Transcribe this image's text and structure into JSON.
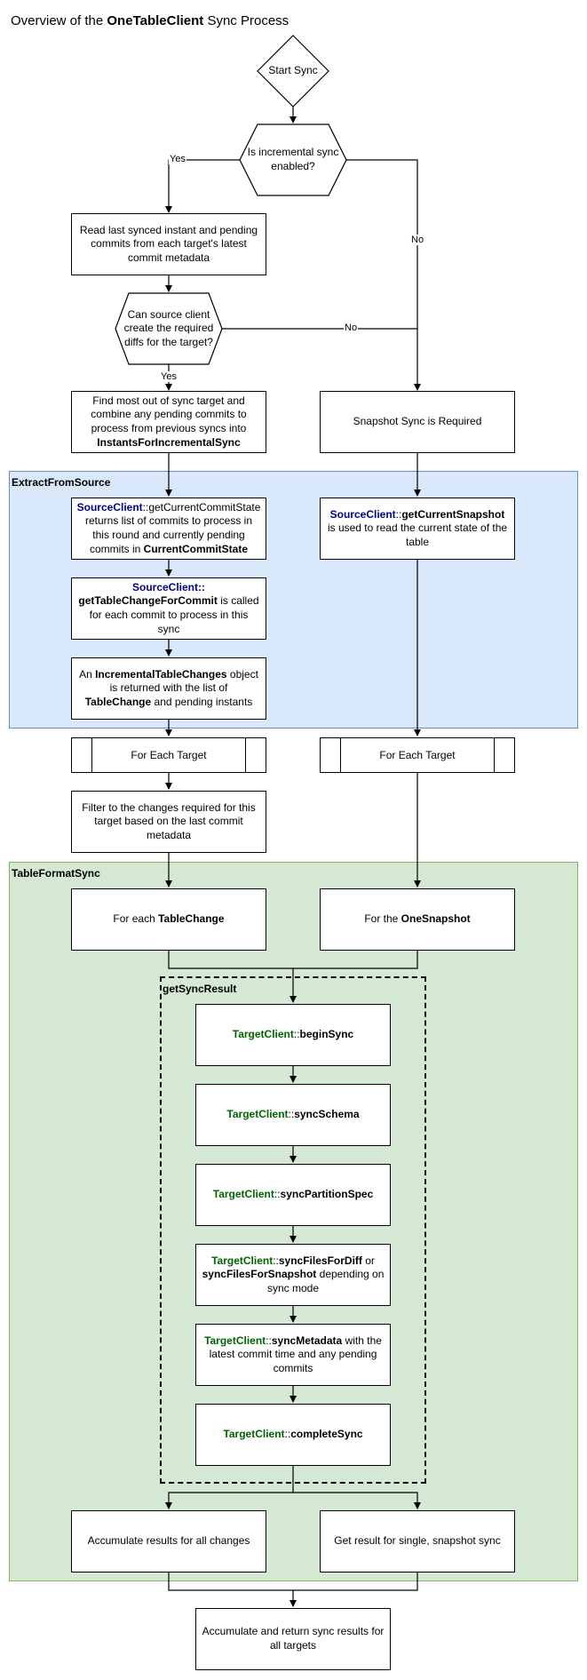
{
  "title": {
    "prefix": "Overview of the ",
    "bold": "OneTableClient",
    "suffix": " Sync Process"
  },
  "colors": {
    "extract_fill": "#dae8fc",
    "extract_border": "#6c8ebf",
    "format_fill": "#d5e8d4",
    "format_border": "#82b366",
    "source_text": "#00008b",
    "target_text": "#006400"
  },
  "nodes": {
    "start": "Start Sync",
    "incremental_check": "Is incremental sync enabled?",
    "read_last": "Read last synced instant and pending commits from each target's latest commit metadata",
    "can_diff": "Can source client create the required diffs for the target?",
    "find_most": {
      "text": "Find most out of sync target and combine any pending commits to process from previous syncs into ",
      "bold": "InstantsForIncrementalSync"
    },
    "snapshot_required": "Snapshot Sync is Required",
    "get_commit_state": {
      "cls": "SourceClient",
      "sep": "::",
      "method": "getCurrentCommitState",
      "text": " returns list of commits to process in this round and currently pending commits in ",
      "bold": "CurrentCommitState"
    },
    "get_table_change": {
      "cls": "SourceClient",
      "sep": "::",
      "method": "getTableChangeForCommit",
      "text": " is called for each commit to process in this sync"
    },
    "incremental_changes": {
      "pre": "An ",
      "bold1": "IncrementalTableChanges",
      "mid": " object is returned with the list of ",
      "bold2": "TableChange",
      "post": " and pending instants"
    },
    "get_snapshot": {
      "cls": "SourceClient",
      "sep": "::",
      "method": "getCurrentSnapshot",
      "text": " is used to read the current state of the table"
    },
    "for_each_target_left": "For Each Target",
    "for_each_target_right": "For Each Target",
    "filter_changes": "Filter to the changes required for this target based on the last commit metadata",
    "for_each_change": {
      "pre": "For each ",
      "bold": "TableChange"
    },
    "for_snapshot": {
      "pre": "For the ",
      "bold": "OneSnapshot"
    },
    "begin_sync": {
      "cls": "TargetClient",
      "sep": "::",
      "method": "beginSync"
    },
    "sync_schema": {
      "cls": "TargetClient",
      "sep": "::",
      "method": "syncSchema"
    },
    "sync_partition": {
      "cls": "TargetClient",
      "sep": "::",
      "method": "syncPartitionSpec"
    },
    "sync_files": {
      "cls": "TargetClient",
      "sep": "::",
      "method": "syncFilesForDiff",
      "mid": " or ",
      "bold2": "syncFilesForSnapshot",
      "text": " depending on sync mode"
    },
    "sync_metadata": {
      "cls": "TargetClient",
      "sep": "::",
      "method": "syncMetadata",
      "text": " with the latest commit time and any pending commits"
    },
    "complete_sync": {
      "cls": "TargetClient",
      "sep": "::",
      "method": "completeSync"
    },
    "accumulate_changes": "Accumulate results for all changes",
    "single_snapshot": "Get result for single, snapshot sync",
    "accumulate_all": "Accumulate and return sync results for all targets"
  },
  "groups": {
    "extract": "ExtractFromSource",
    "format": "TableFormatSync",
    "get_sync_result": "getSyncResult"
  },
  "edge_labels": {
    "yes_1": "Yes",
    "no_1": "No",
    "no_2": "No",
    "yes_2": "Yes"
  }
}
